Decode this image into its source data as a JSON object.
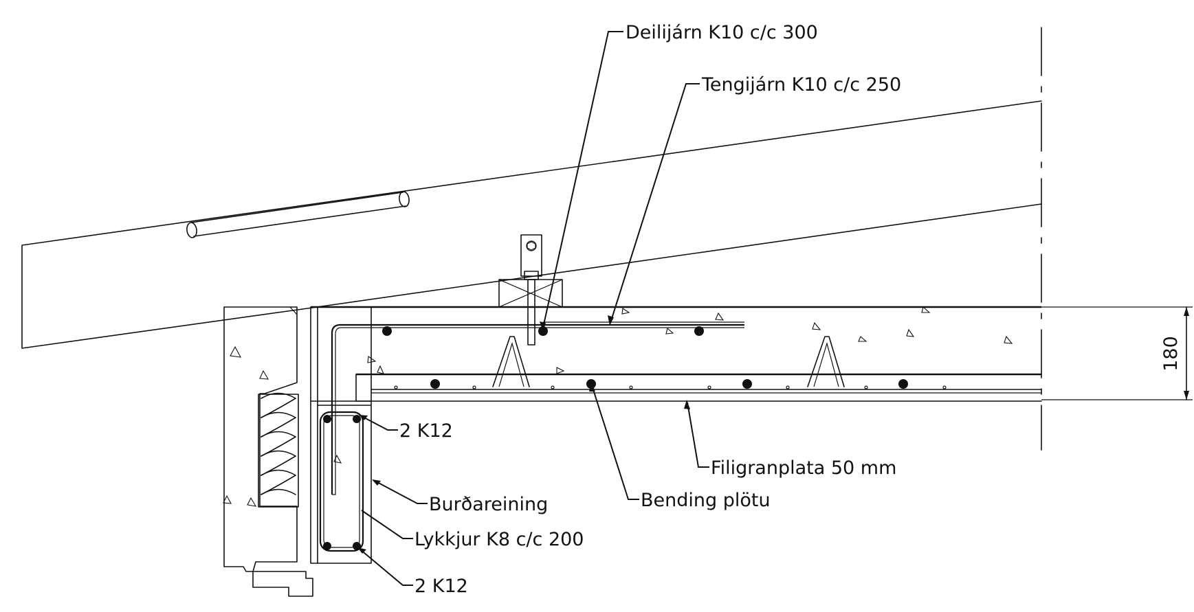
{
  "labels": {
    "deilijarn": "Deilijárn K10 c/c 300",
    "tengijarn": "Tengijárn K10 c/c 250",
    "k12_top": "2 K12",
    "burdareining": "Burðareining",
    "lykkjur": "Lykkjur K8 c/c 200",
    "k12_bottom": "2 K12",
    "filigranplata": "Filigranplata 50 mm",
    "bending": "Bending plötu"
  },
  "dimension": {
    "slab_thickness": "180"
  }
}
